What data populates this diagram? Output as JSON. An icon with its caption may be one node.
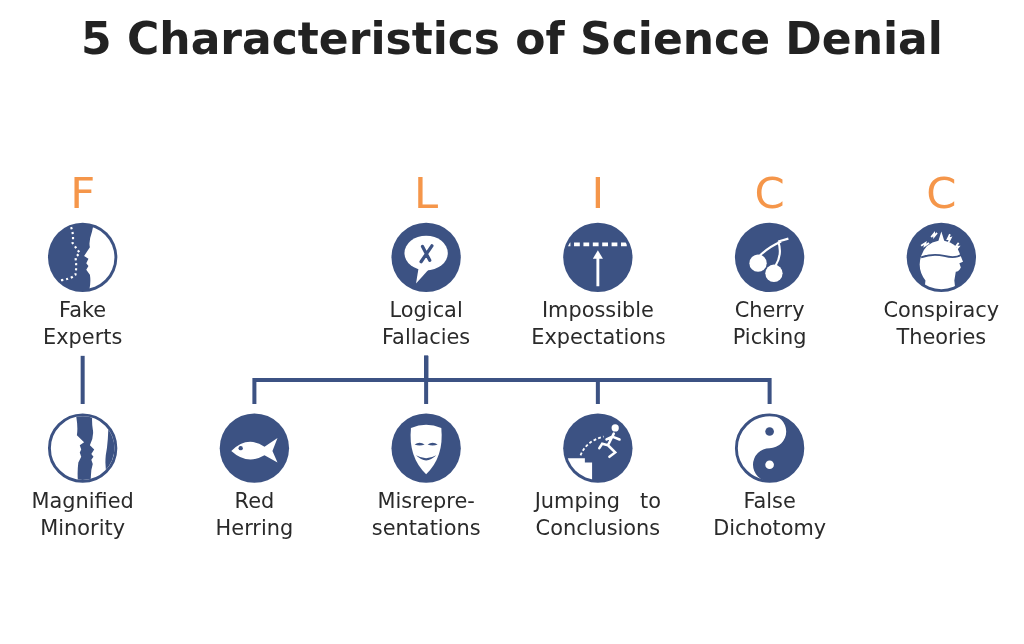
{
  "diagram": {
    "title": "5 Characteristics of Science Denial",
    "nodes": [
      {
        "text": [
          "F",
          "Fake Experts"
        ]
      },
      {
        "text": [
          "L",
          "Logical Fallacies"
        ]
      },
      {
        "text": [
          "I",
          "Impossible Expectations"
        ]
      },
      {
        "text": [
          "C",
          "Cherry Picking"
        ]
      },
      {
        "text": [
          "C",
          "Conspiracy Theories"
        ]
      },
      {
        "text": [
          "Magnified Minority"
        ]
      },
      {
        "text": [
          "Red Herring"
        ]
      },
      {
        "text": [
          "Misrepre- sentations"
        ]
      },
      {
        "text": [
          "Jumping to Conclusions"
        ]
      },
      {
        "text": [
          "False Dichotomy"
        ]
      }
    ],
    "edges": [
      {
        "from": 0,
        "to": 5,
        "arrow": "none"
      },
      {
        "from": 1,
        "to": 6,
        "arrow": "none"
      },
      {
        "from": 1,
        "to": 7,
        "arrow": "none"
      },
      {
        "from": 1,
        "to": 8,
        "arrow": "none"
      },
      {
        "from": 1,
        "to": 9,
        "arrow": "none"
      }
    ]
  }
}
